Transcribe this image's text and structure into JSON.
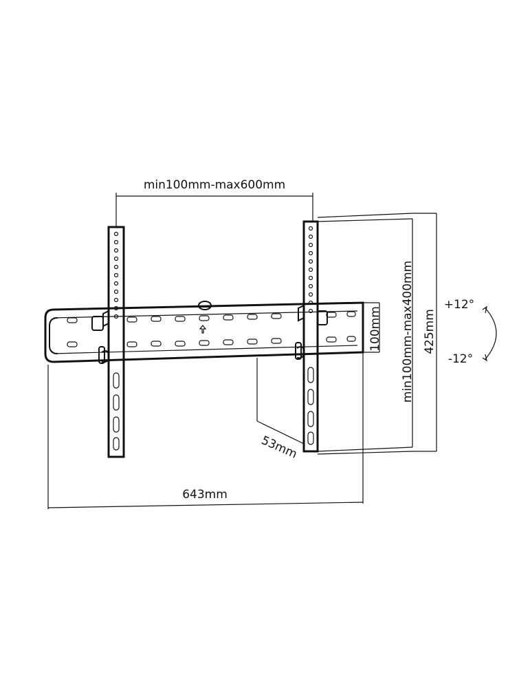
{
  "labels": {
    "vesa_width": "min100mm-max600mm",
    "vesa_height": "min100mm-max400mm",
    "overall_height": "425mm",
    "bracket_height": "100mm",
    "depth": "53mm",
    "overall_width": "643mm",
    "tilt_up": "+12°",
    "tilt_down": "-12°"
  }
}
